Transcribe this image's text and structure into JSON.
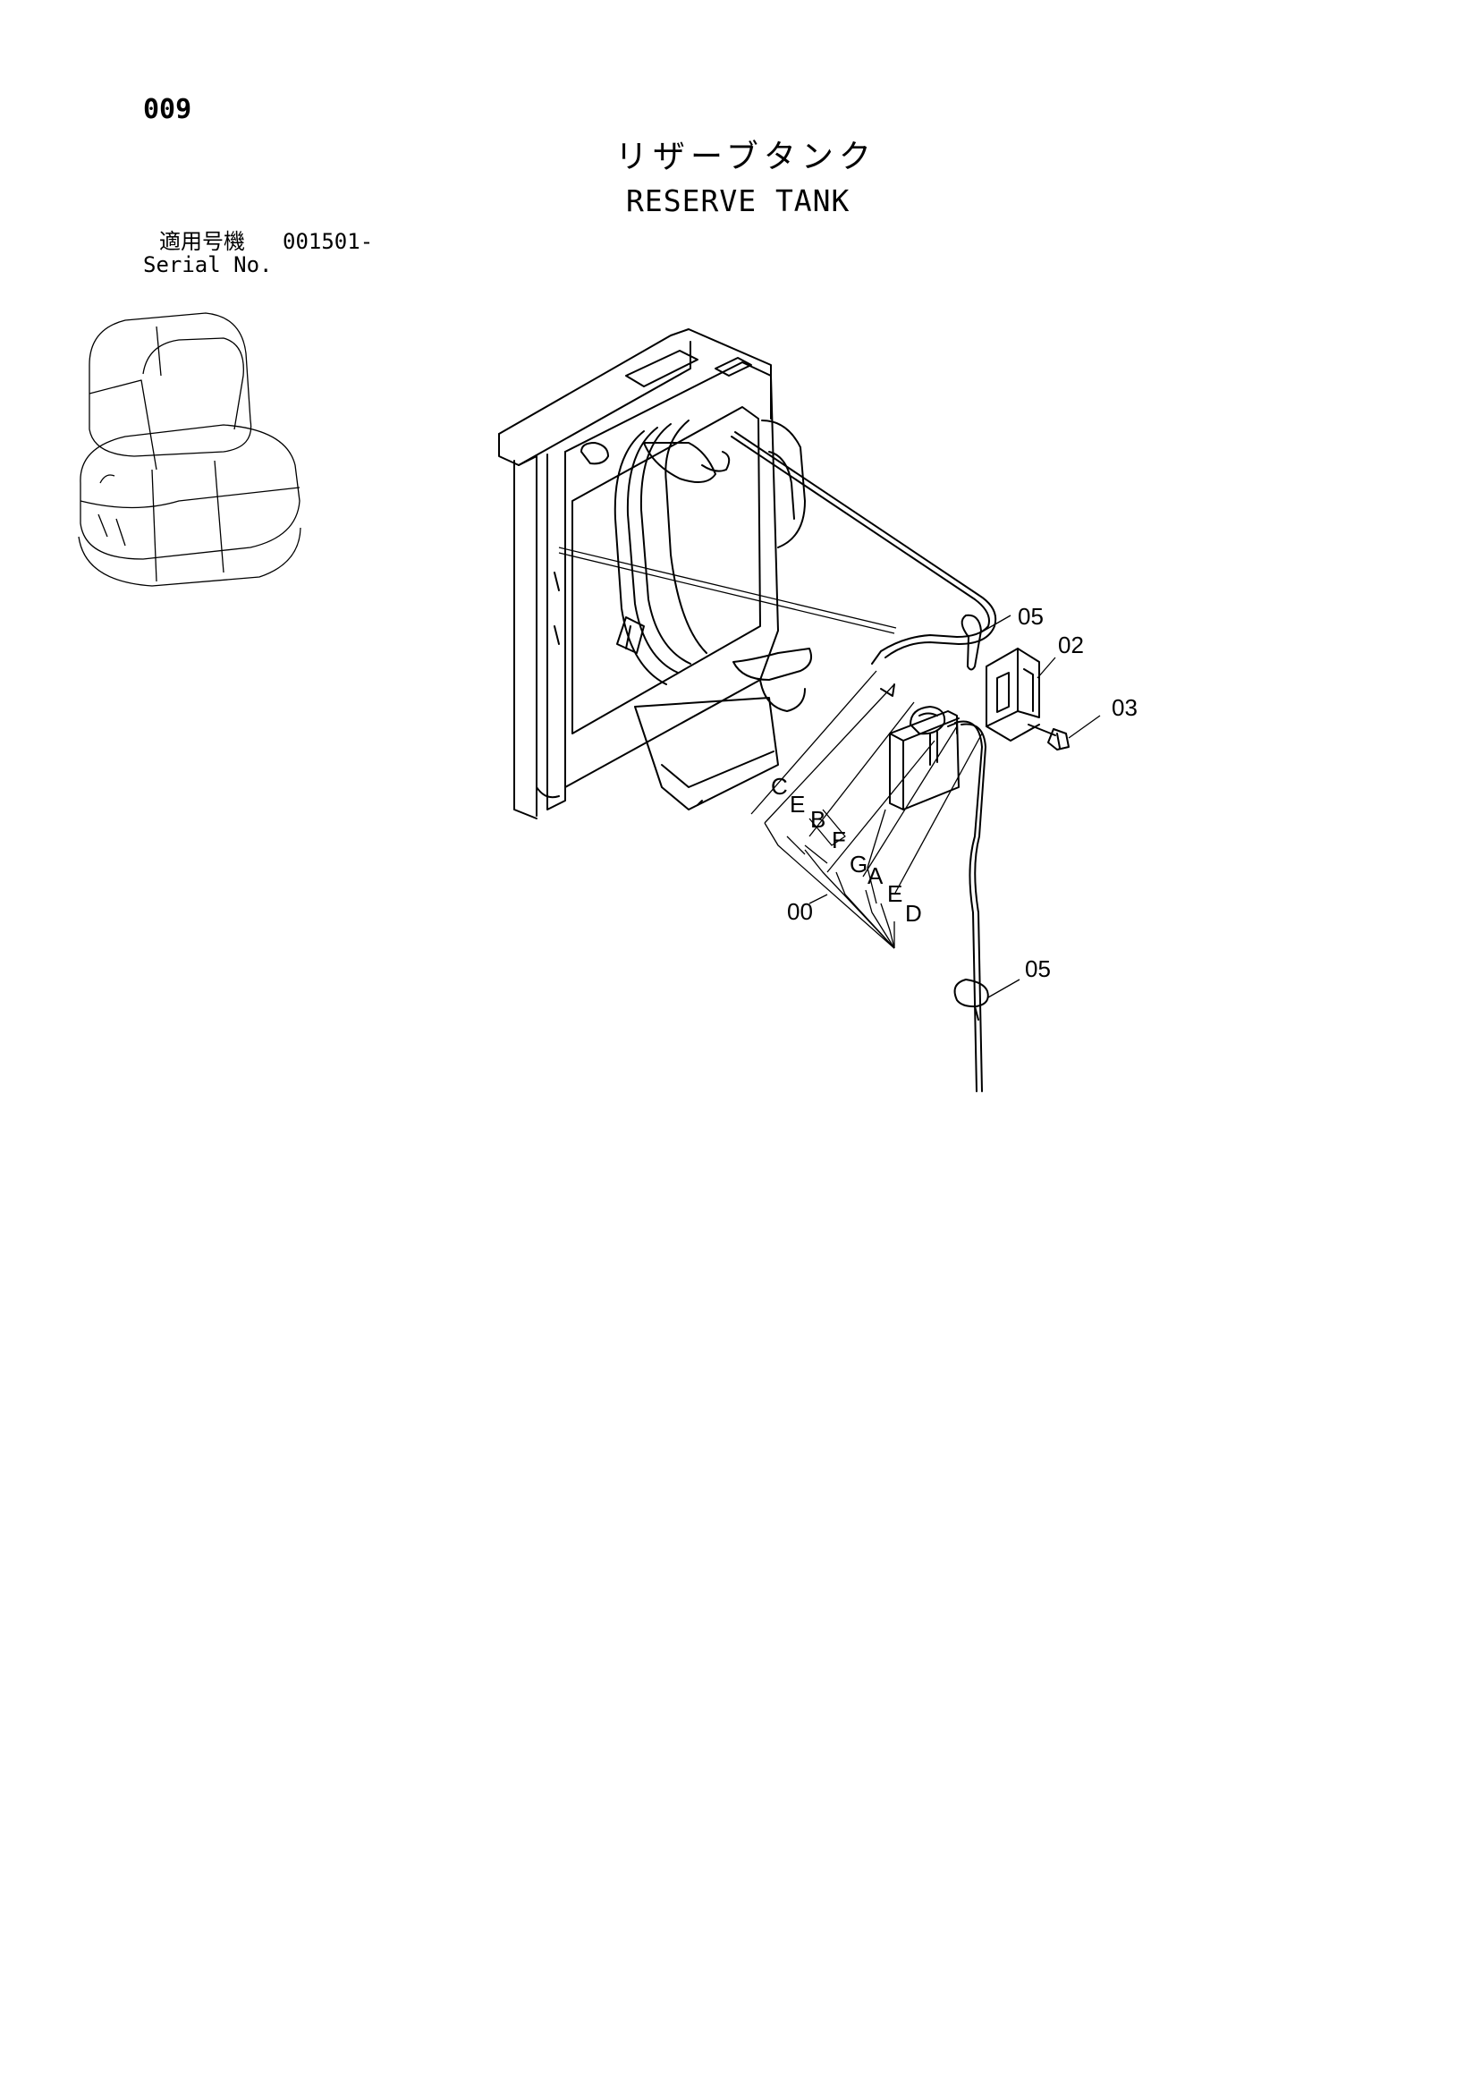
{
  "header": {
    "page_number": "009",
    "title_ja": "リザーブタンク",
    "title_en": "RESERVE TANK",
    "serial_label_ja": "適用号機",
    "serial_range": "001501-",
    "serial_label_en": "Serial No."
  },
  "callouts": {
    "hose_clamp_upper": "05",
    "bracket": "02",
    "bolt": "03",
    "reserve_tank_assy": "00",
    "hose_clamp_lower": "05"
  },
  "assembly_letters": {
    "c": "C",
    "e_left": "E",
    "b": "B",
    "f": "F",
    "g": "G",
    "a": "A",
    "e_right": "E",
    "d": "D"
  }
}
